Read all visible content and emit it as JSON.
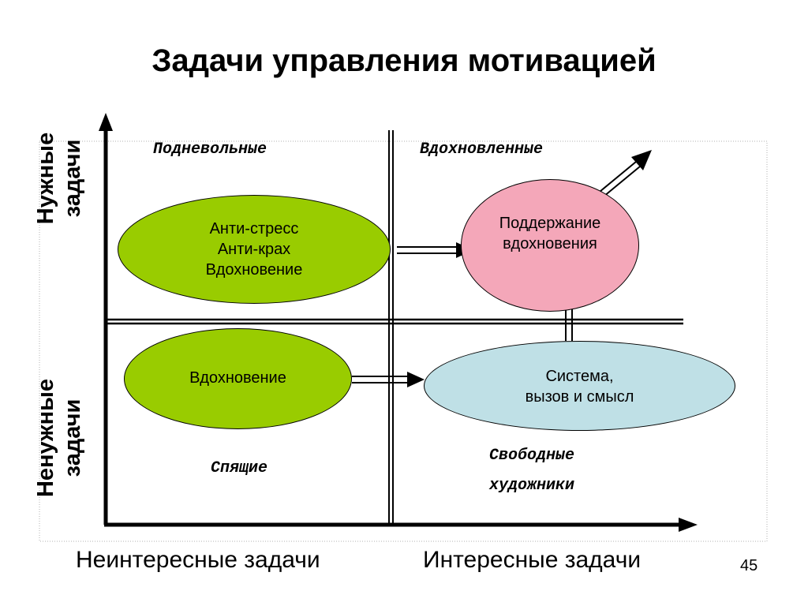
{
  "title": "Задачи управления мотивацией",
  "y_axis": {
    "top_label": [
      "Нужные",
      "задачи"
    ],
    "bottom_label": [
      "Ненужные",
      "задачи"
    ]
  },
  "x_axis": {
    "left_label": "Неинтересные задачи",
    "right_label": "Интересные задачи"
  },
  "quadrants": {
    "top_left": "Подневольные",
    "top_right": "Вдохновленные",
    "bottom_left": "Спящие",
    "bottom_right": [
      "Свободные",
      "художники"
    ]
  },
  "nodes": {
    "anti_stress": {
      "lines": [
        "Анти-стресс",
        "Анти-крах",
        "Вдохновение"
      ],
      "color": "#99cc00"
    },
    "inspiration": {
      "lines": [
        "Вдохновение"
      ],
      "color": "#99cc00"
    },
    "support": {
      "lines": [
        "Поддержание",
        "вдохновения"
      ],
      "color": "#f4a7b9"
    },
    "system": {
      "lines": [
        "Система,",
        "вызов и смысл"
      ],
      "color": "#bfe0e6"
    }
  },
  "page_number": "45"
}
